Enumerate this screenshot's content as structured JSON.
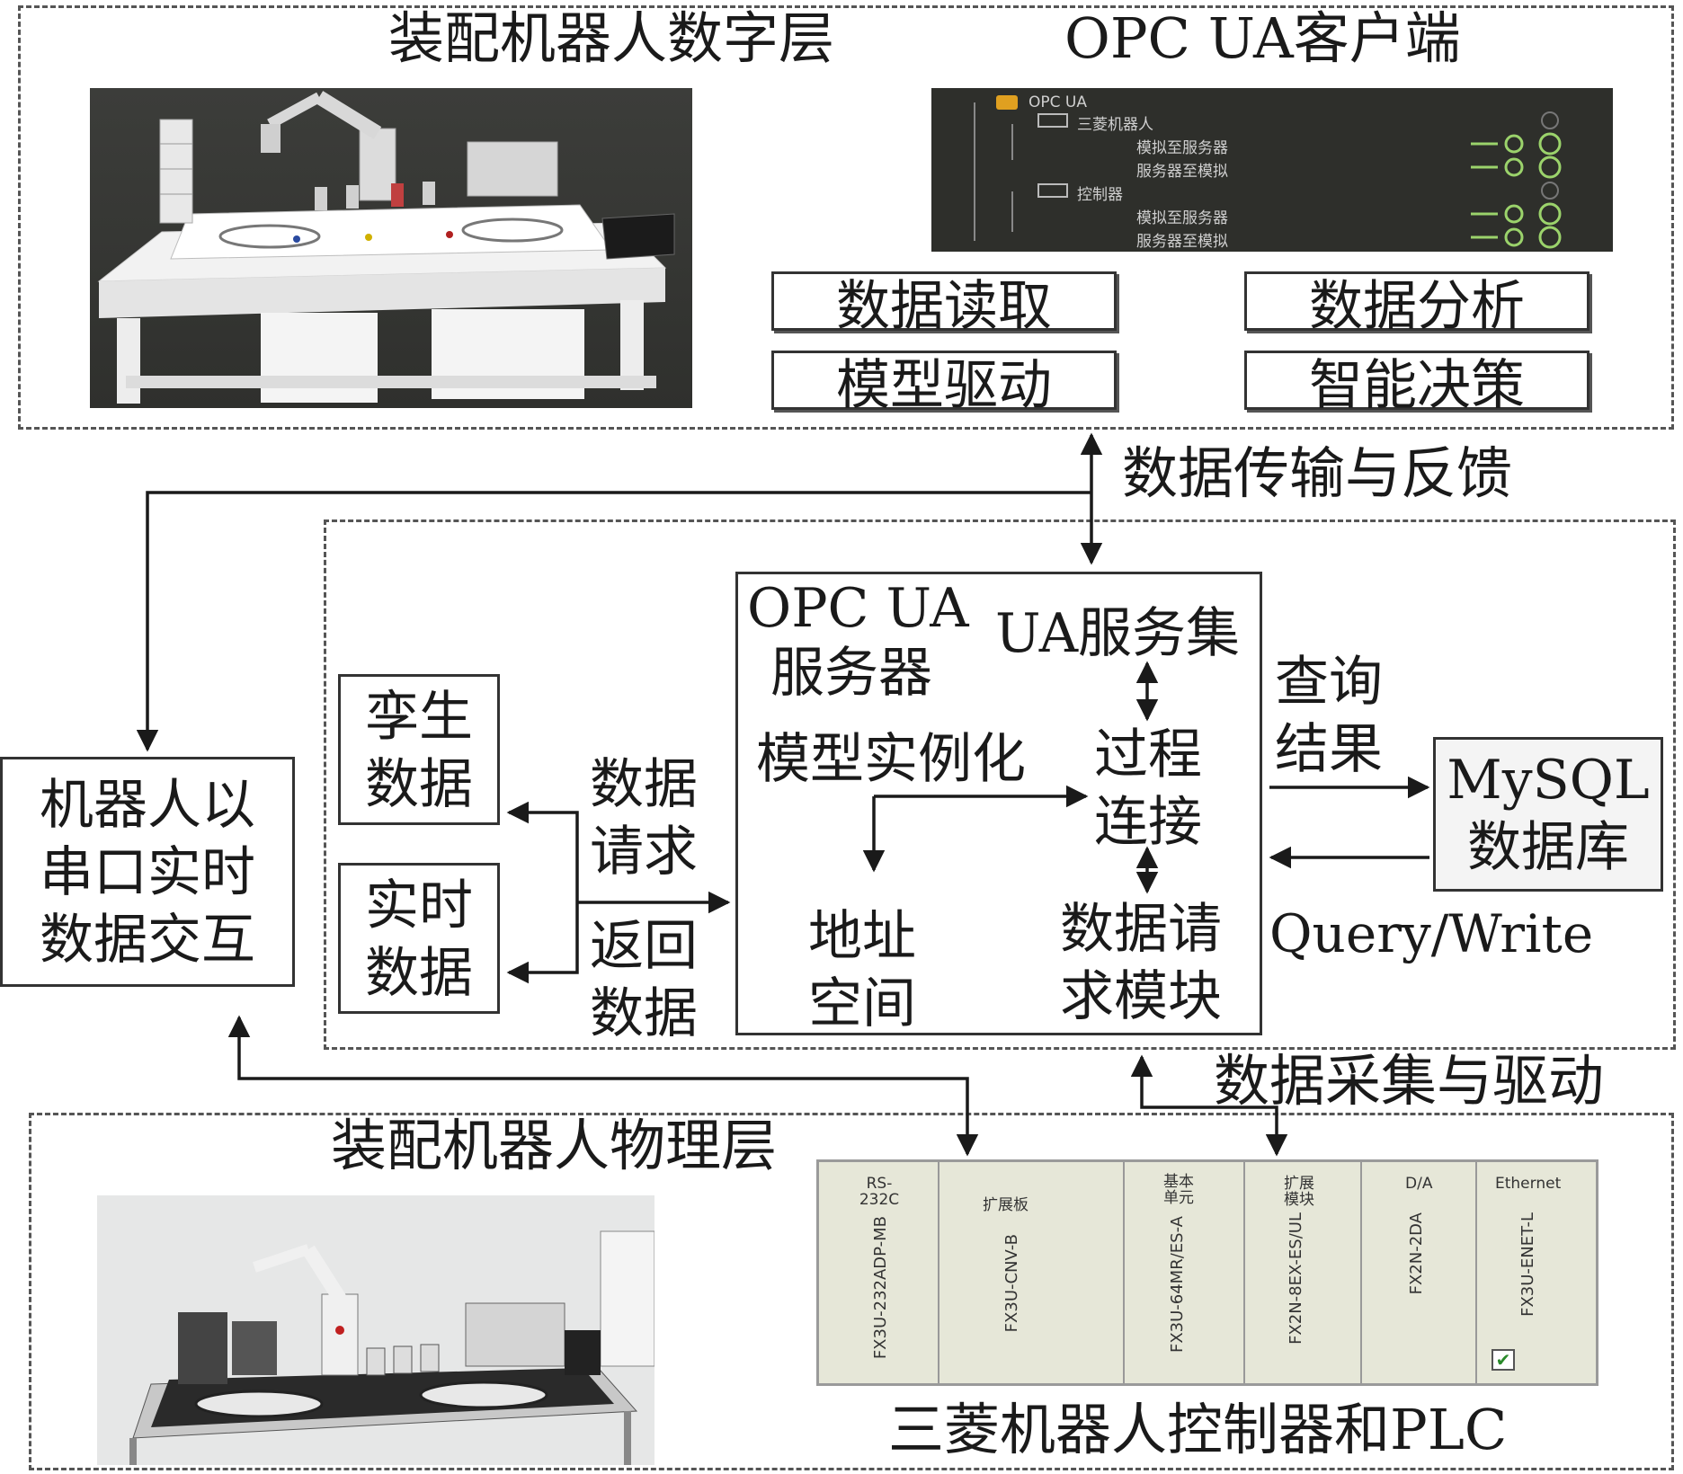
{
  "digital_layer": {
    "title": "装配机器人数字层",
    "opc_client_title": "OPC UA客户端",
    "opc_tree": {
      "root": "OPC UA",
      "groups": [
        {
          "name": "三菱机器人",
          "children": [
            "模拟至服务器",
            "服务器至模拟"
          ]
        },
        {
          "name": "控制器",
          "children": [
            "模拟至服务器",
            "服务器至模拟"
          ]
        }
      ]
    },
    "functions": [
      "数据读取",
      "数据分析",
      "模型驱动",
      "智能决策"
    ]
  },
  "transfer_label": "数据传输与反馈",
  "left_box": [
    "机器人以",
    "串口实时",
    "数据交互"
  ],
  "twin_data": [
    "孪生",
    "数据"
  ],
  "realtime_data": [
    "实时",
    "数据"
  ],
  "data_request": [
    "数据",
    "请求"
  ],
  "return_data": [
    "返回",
    "数据"
  ],
  "server": {
    "title_1": "OPC UA",
    "title_2": "服务器",
    "service_set": "UA服务集",
    "instantiation": "模型实例化",
    "process_conn": [
      "过程",
      "连接"
    ],
    "address_space": [
      "地址",
      "空间"
    ],
    "request_module": [
      "数据请",
      "求模块"
    ]
  },
  "query_result": [
    "查询",
    "结果"
  ],
  "mysql": [
    "MySQL",
    "数据库"
  ],
  "query_write": "Query/Write",
  "acquisition_label": "数据采集与驱动",
  "physical_layer": {
    "title": "装配机器人物理层",
    "controller_caption": "三菱机器人控制器和PLC",
    "plc_modules": [
      {
        "top": "RS-232C",
        "id": "FX3U-232ADP-MB"
      },
      {
        "top": "扩展板",
        "id": "FX3U-CNV-B"
      },
      {
        "top": "基本单元",
        "id": "FX3U-64MR/ES-A"
      },
      {
        "top": "扩展模块",
        "id": "FX2N-8EX-ES/UL"
      },
      {
        "top": "D/A",
        "id": "FX2N-2DA"
      },
      {
        "top": "Ethernet",
        "id": "FX3U-ENET-L"
      }
    ]
  }
}
